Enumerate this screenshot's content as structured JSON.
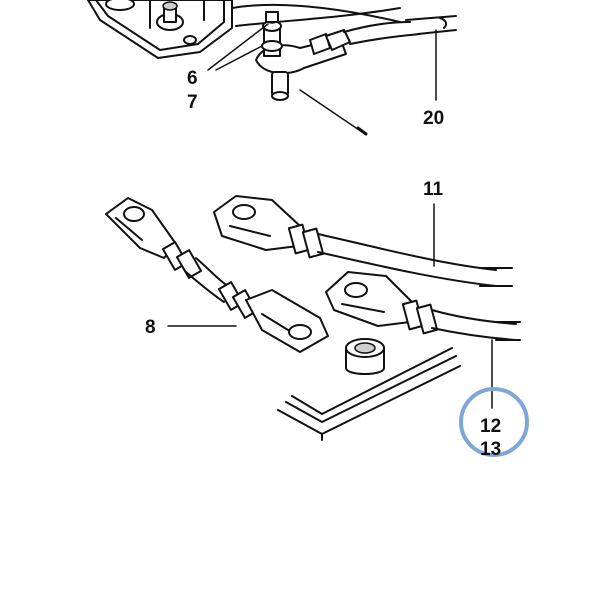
{
  "diagram": {
    "callouts": {
      "c6": "6",
      "c7": "7",
      "c20": "20",
      "c11": "11",
      "c8": "8",
      "c12": "12",
      "c13": "13"
    },
    "highlight_color": "#7fa6d6",
    "line_color": "#111111"
  }
}
